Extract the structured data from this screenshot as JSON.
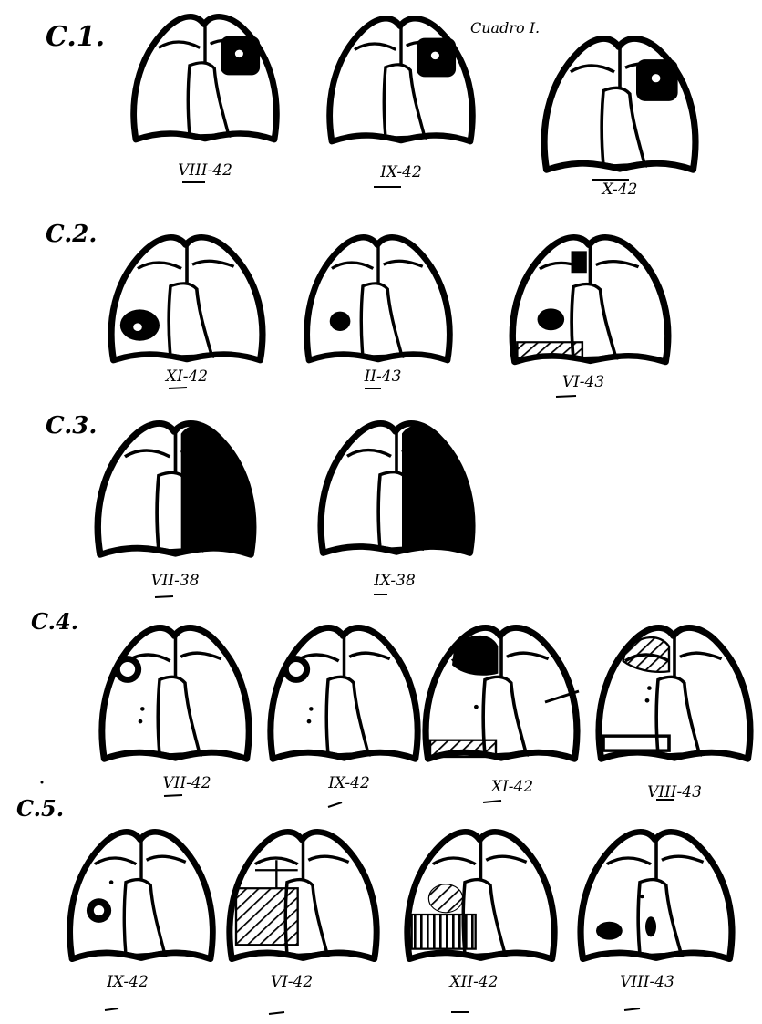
{
  "title": "Cuadro I.",
  "cases": [
    {
      "label": "C.1.",
      "radiographs": [
        {
          "date": "VIII-42",
          "lesion": "right upper cavity"
        },
        {
          "date": "IX-42",
          "lesion": "right upper cavity"
        },
        {
          "date": "X-42",
          "lesion": "right upper cavity"
        }
      ]
    },
    {
      "label": "C.2.",
      "radiographs": [
        {
          "date": "XI-42",
          "lesion": "left lower cavity"
        },
        {
          "date": "II-43",
          "lesion": "left lower nodule"
        },
        {
          "date": "VI-43",
          "lesion": "left lower nodule, basal hatching"
        }
      ]
    },
    {
      "label": "C.3.",
      "radiographs": [
        {
          "date": "VII-38",
          "lesion": "right lung opaque"
        },
        {
          "date": "IX-38",
          "lesion": "right lung opaque"
        }
      ]
    },
    {
      "label": "C.4.",
      "radiographs": [
        {
          "date": "VII-42",
          "lesion": "left upper cavity"
        },
        {
          "date": "IX-42",
          "lesion": "left upper cavity"
        },
        {
          "date": "XI-42",
          "lesion": "left apex opaque, basal hatching"
        },
        {
          "date": "VIII-43",
          "lesion": "left apex hatched"
        }
      ]
    },
    {
      "label": "C.5.",
      "radiographs": [
        {
          "date": "IX-42",
          "lesion": "left mid cavity"
        },
        {
          "date": "VI-42",
          "lesion": "left mid-lower hatched"
        },
        {
          "date": "XII-42",
          "lesion": "left hatched"
        },
        {
          "date": "VIII-43",
          "lesion": "left lower nodule"
        }
      ]
    }
  ]
}
